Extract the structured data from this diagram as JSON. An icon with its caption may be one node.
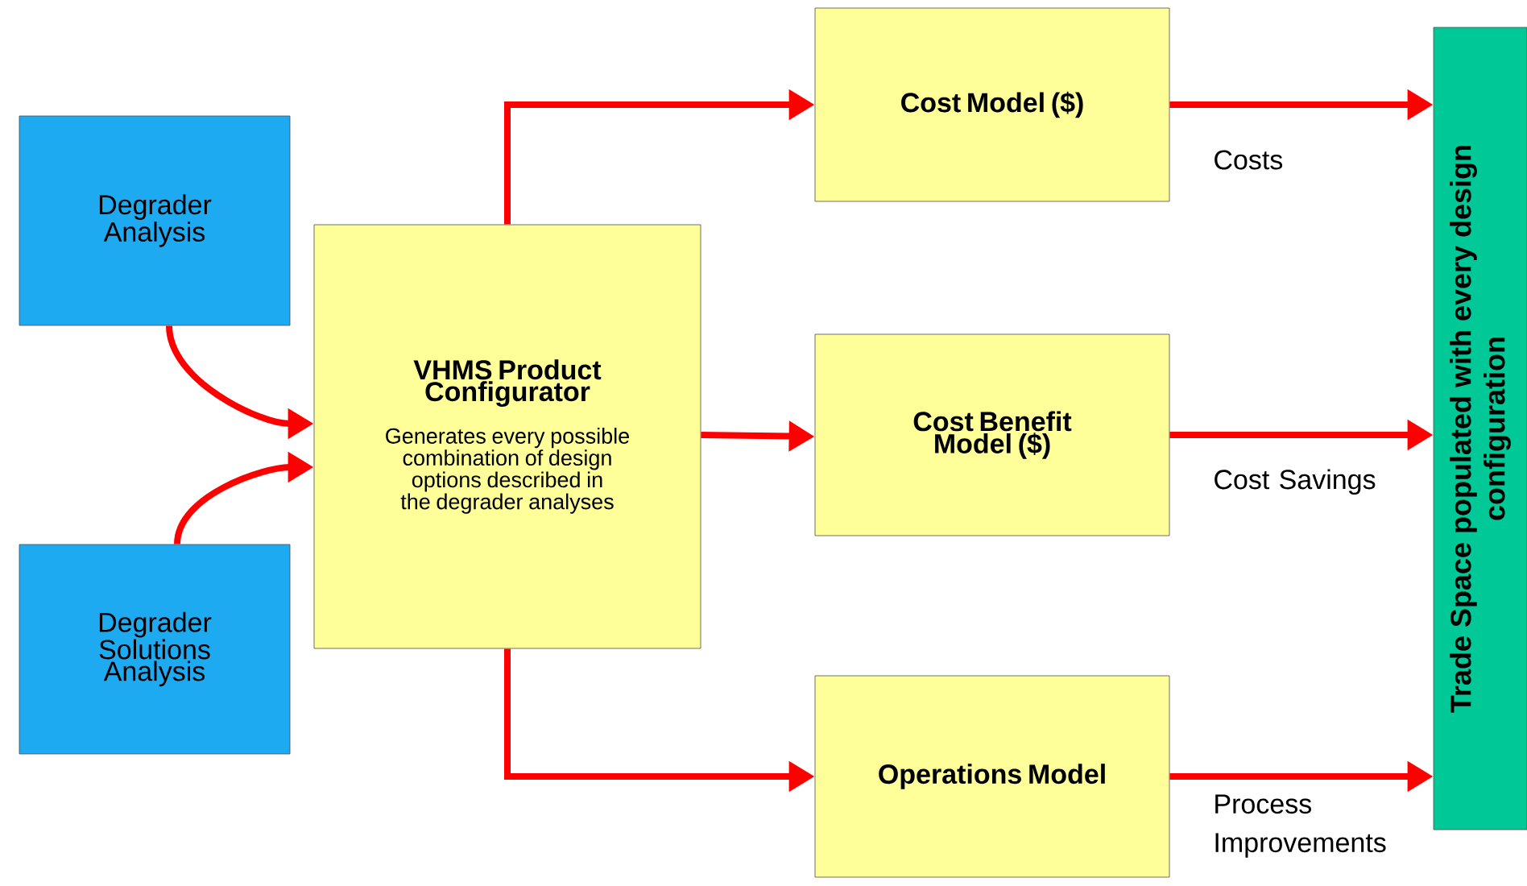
{
  "diagram": {
    "nodes": [
      {
        "text": [
          "Degrader Analysis"
        ]
      },
      {
        "text": [
          "Degrader Solutions Analysis"
        ]
      },
      {
        "text": [
          "VHMS Product Configurator",
          "Generates every possible combination of design options described in the degrader analyses"
        ]
      },
      {
        "text": [
          "Cost Model ($)"
        ]
      },
      {
        "text": [
          "Cost Benefit Model ($)"
        ]
      },
      {
        "text": [
          "Operations Model"
        ]
      },
      {
        "text": [
          "Trade Space populated with every design configuration"
        ]
      }
    ],
    "edges": [
      {
        "from": 0,
        "to": 2,
        "arrow": "to"
      },
      {
        "from": 1,
        "to": 2,
        "arrow": "to"
      },
      {
        "from": 2,
        "to": 3,
        "arrow": "to"
      },
      {
        "from": 2,
        "to": 4,
        "arrow": "to"
      },
      {
        "from": 2,
        "to": 5,
        "arrow": "to"
      },
      {
        "from": 3,
        "to": 6,
        "arrow": "to",
        "label": "Costs"
      },
      {
        "from": 4,
        "to": 6,
        "arrow": "to",
        "label": "Cost Savings"
      },
      {
        "from": 5,
        "to": 6,
        "arrow": "to",
        "label": "Process Improvements"
      }
    ]
  }
}
